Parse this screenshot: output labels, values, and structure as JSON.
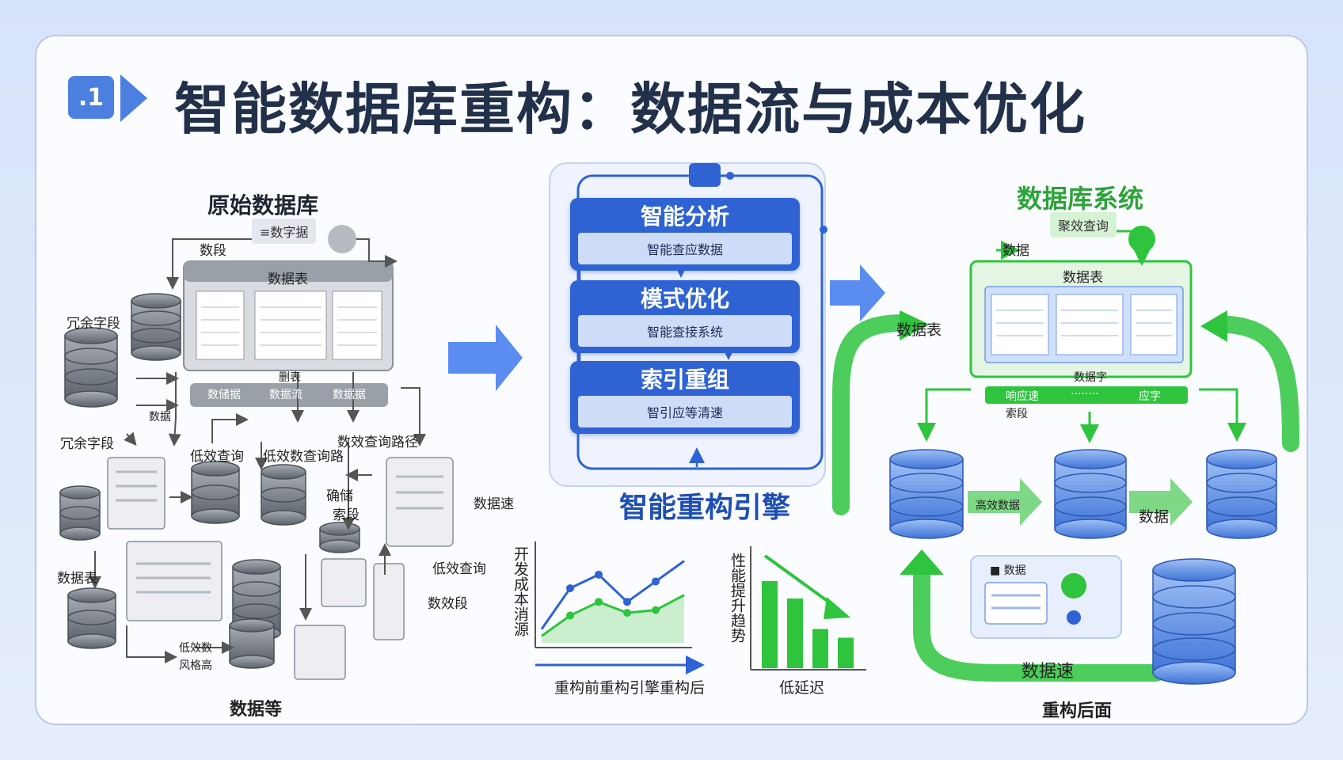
{
  "header": {
    "badge": ".1",
    "title": "智能数据库重构：数据流与成本优化"
  },
  "left": {
    "title": "原始数据库",
    "top_tag": "≡数字据",
    "tag_left": "数段",
    "table_title": "数据表",
    "mid_caption": "删表",
    "bar_labels": [
      "数储据",
      "数据流",
      "数据据"
    ],
    "redundant_1": "冗余字段",
    "redundant_2": "冗余字段",
    "side_1": "数据",
    "select_query": "低效查询",
    "slow_path": "低效数查询路",
    "slow_path_2": "数效查询路径",
    "index_1": "确储",
    "index_2": "索段",
    "table_label": "数据表",
    "data_speed": "数据速",
    "low_query": "低效查询",
    "low_field": "数效段",
    "low_1": "低效数",
    "low_2": "风格高",
    "footer": "数据等"
  },
  "engine": {
    "title": "智能重构引擎",
    "boxes": [
      {
        "head": "智能分析",
        "sub": "智能查应数据"
      },
      {
        "head": "模式优化",
        "sub": "智能查接系统"
      },
      {
        "head": "索引重组",
        "sub": "智引应等清速"
      }
    ]
  },
  "charts": {
    "line_ylabel": "开发成本消源",
    "line_xlabel": "重构前重构引擎重构后",
    "bar_ylabel": "性能提升趋势",
    "bar_xlabel": "低延迟"
  },
  "right": {
    "title": "数据库系统",
    "top_tag": "聚效查询",
    "tag_left": "数据",
    "table_title": "数据表",
    "left_flow": "数据表",
    "mid_caption": "数据字",
    "bar_labels": [
      "响应速",
      "········",
      "应字"
    ],
    "bar_sub": "索段",
    "flow_1": "高效数据",
    "flow_2": "数据",
    "card_title": "■ 数据",
    "bottom_flow": "数据速",
    "footer": "重构后面"
  },
  "colors": {
    "blue": "#2f63d4",
    "green": "#2ec43e",
    "gray": "#8a8f98"
  },
  "chart_data": [
    {
      "type": "line",
      "title": "",
      "ylabel": "开发成本消源",
      "xlabel": "重构前重构引擎重构后",
      "series": [
        {
          "values": [
            1,
            4,
            5,
            3,
            4.5,
            6
          ]
        },
        {
          "values": [
            0.5,
            2,
            3,
            2.2,
            2.4,
            3.5
          ]
        }
      ]
    },
    {
      "type": "bar",
      "title": "",
      "ylabel": "性能提升趋势",
      "xlabel": "低延迟",
      "values": [
        10,
        8,
        4.5,
        3.5
      ]
    }
  ]
}
